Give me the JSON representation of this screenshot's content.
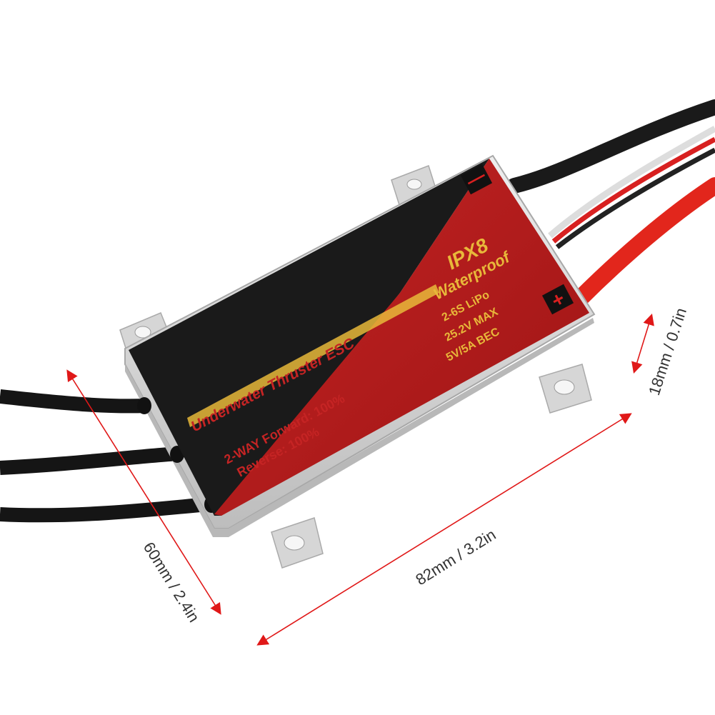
{
  "product": {
    "title_text": "Underwater Thruster ESC",
    "mode_line": "2-WAY Forward: 100%",
    "reverse_line": "Reverse: 100%",
    "rating": "IPX8",
    "rating_sub": "Waterproof",
    "spec_battery": "2-6S  LiPo",
    "spec_voltage": "25.2V   MAX",
    "spec_bec": "5V/5A    BEC",
    "minus_symbol": "—",
    "plus_symbol": "+"
  },
  "dimensions": {
    "length": "82mm / 3.2in",
    "width": "60mm / 2.4in",
    "height": "18mm / 0.7in"
  },
  "colors": {
    "label_red": "#b81b1b",
    "label_black": "#1a1a1a",
    "text_yellow": "#e8b83a",
    "case_silver": "#d9d9d9",
    "wire_red": "#e2261c",
    "dimension_arrow": "#e01818"
  }
}
